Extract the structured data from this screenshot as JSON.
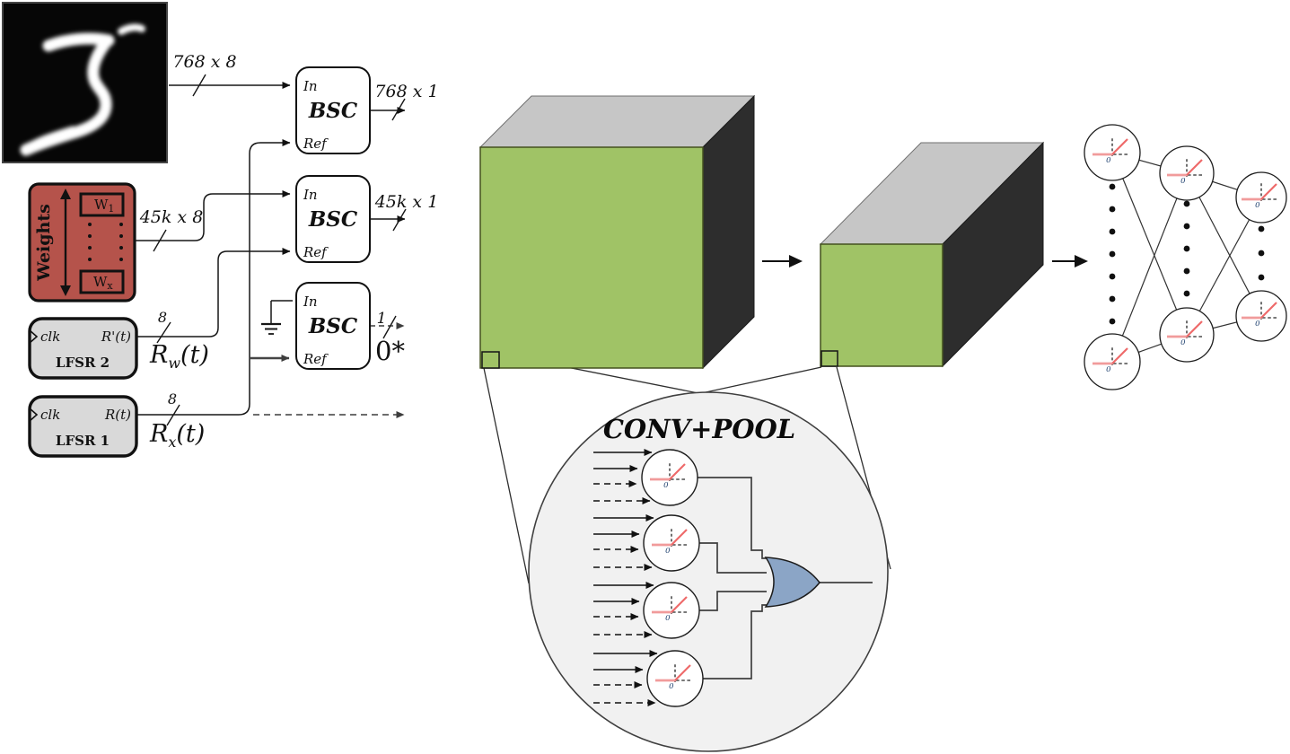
{
  "buses": {
    "image_bus": "768 x 8",
    "bsc1_out": "768 x 1",
    "weights_bus": "45k x 8",
    "bsc2_out": "45k x 1",
    "bsc3_out_width": "1",
    "bsc3_out_value": "0*"
  },
  "bsc": [
    {
      "name": "BSC",
      "in_label": "In",
      "ref_label": "Ref"
    },
    {
      "name": "BSC",
      "in_label": "In",
      "ref_label": "Ref"
    },
    {
      "name": "BSC",
      "in_label": "In",
      "ref_label": "Ref"
    }
  ],
  "weights": {
    "title": "Weights",
    "w_top_base": "W",
    "w_top_sub": "1",
    "w_bottom_base": "W",
    "w_bottom_sub": "x"
  },
  "lfsr2": {
    "clk": "clk",
    "port": "R'(t)",
    "name": "LFSR 2",
    "bus_width": "8",
    "sig_base": "R",
    "sig_sub": "w",
    "sig_tail": "(t)"
  },
  "lfsr1": {
    "clk": "clk",
    "port": "R(t)",
    "name": "LFSR 1",
    "bus_width": "8",
    "sig_base": "R",
    "sig_sub": "x",
    "sig_tail": "(t)"
  },
  "conv_pool": {
    "title": "CONV+POOL"
  },
  "neuron": {
    "zero_label": "0"
  },
  "colors": {
    "cube_front": "#a0c366",
    "cube_top": "#c6c6c6",
    "cube_side": "#2d2d2d",
    "weights_fill": "#b5534b",
    "lfsr_fill": "#d9d9d9",
    "or_gate_fill": "#8ba5c6",
    "lens_fill": "#f1f1f1"
  }
}
